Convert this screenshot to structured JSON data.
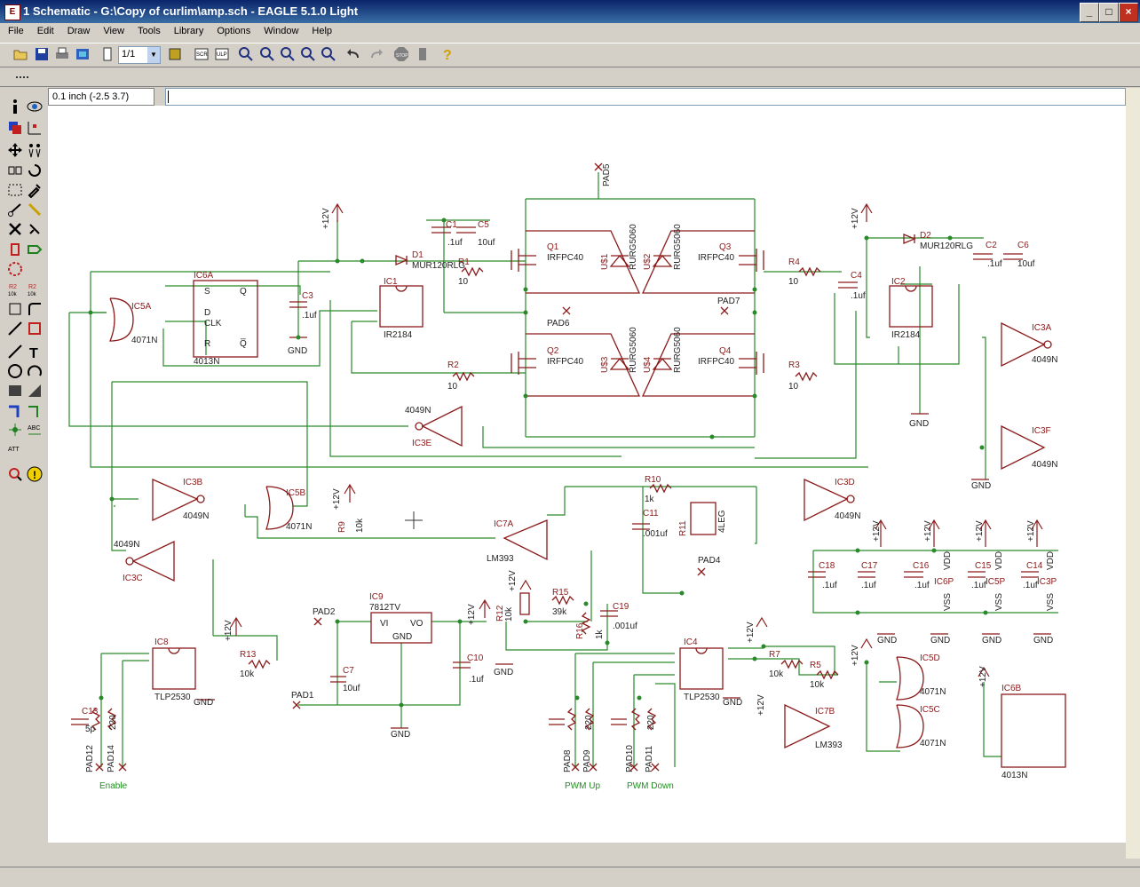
{
  "window": {
    "title": "1 Schematic - G:\\Copy of curlim\\amp.sch - EAGLE 5.1.0 Light"
  },
  "menu": [
    "File",
    "Edit",
    "Draw",
    "View",
    "Tools",
    "Library",
    "Options",
    "Window",
    "Help"
  ],
  "toolbar": {
    "sheet_select": "1/1"
  },
  "status": {
    "coordinates": "0.1 inch (-2.5 3.7)",
    "command": ""
  },
  "colors": {
    "wire": "#2a8a2a",
    "component": "#8b1a1a",
    "label": "#209020",
    "background": "#ffffff"
  },
  "schematic": {
    "ic6a": {
      "name": "IC6A",
      "type": "4013N",
      "pins": [
        "S",
        "D",
        "CLK",
        "R",
        "Q",
        "Q̅"
      ]
    },
    "ic5a": {
      "name": "IC5A",
      "type": "4071N"
    },
    "ic1": {
      "name": "IC1",
      "type": "IR2184"
    },
    "ic2": {
      "name": "IC2",
      "type": "IR2184"
    },
    "d1": {
      "name": "D1",
      "type": "MUR120RLG"
    },
    "d2": {
      "name": "D2",
      "type": "MUR120RLG"
    },
    "c1": "C1",
    "c2": "C2",
    "c3": "C3",
    "c4": "C4",
    "c5": "C5",
    "c6": "C6",
    "val_1uf": ".1uf",
    "val_10uf": "10uf",
    "q1": {
      "name": "Q1",
      "type": "IRFPC40"
    },
    "q2": {
      "name": "Q2",
      "type": "IRFPC40"
    },
    "q3": {
      "name": "Q3",
      "type": "IRFPC40"
    },
    "q4": {
      "name": "Q4",
      "type": "IRFPC40"
    },
    "u1": {
      "name": "U$1",
      "type": "RURG5060"
    },
    "u2": {
      "name": "U$2",
      "type": "RURG5060"
    },
    "u3": {
      "name": "U$3",
      "type": "RURG5060"
    },
    "u4": {
      "name": "U$4",
      "type": "RURG5060"
    },
    "r1": "R1",
    "r2": "R2",
    "r3": "R3",
    "r4": "R4",
    "r_val": "10",
    "pad5": "PAD5",
    "pad6": "PAD6",
    "pad7": "PAD7",
    "ic3a": {
      "name": "IC3A",
      "type": "4049N"
    },
    "ic3e": {
      "name": "IC3E",
      "type": "4049N"
    },
    "ic3f": {
      "name": "IC3F",
      "type": "4049N"
    },
    "ic3b": {
      "name": "IC3B",
      "type": "4049N"
    },
    "ic3c": {
      "name": "IC3C",
      "type": "4049N"
    },
    "ic3d": {
      "name": "IC3D",
      "type": "4049N"
    },
    "ic5b": {
      "name": "IC5B",
      "type": "4071N"
    },
    "ic7a": {
      "name": "IC7A",
      "type": "LM393"
    },
    "r9": "R9",
    "r9v": "10k",
    "r10": "R10",
    "r10v": "1k",
    "c11": "C11",
    "c11v": ".001uf",
    "r11": "R11",
    "leg4": "4LEG",
    "pad4": "PAD4",
    "ic9": {
      "name": "IC9",
      "type": "7812TV",
      "vi": "VI",
      "vo": "VO",
      "gnd": "GND"
    },
    "pad1": "PAD1",
    "pad2": "PAD2",
    "c7": "C7",
    "c10": "C10",
    "r12": "R12",
    "r12v": "10k",
    "r15": "R15",
    "r15v": "39k",
    "r16": "R16",
    "r16v": "1k",
    "c19": "C19",
    "c19v": ".001uf",
    "ic8": {
      "name": "IC8",
      "type": "TLP2530"
    },
    "ic4": {
      "name": "IC4",
      "type": "TLP2530"
    },
    "r13": "R13",
    "r13v": "10k",
    "r7": "R7",
    "r7v": "10k",
    "r5": "R5",
    "r5v": "10k",
    "pad12": "PAD12",
    "pad14": "PAD14",
    "pad8": "PAD8",
    "pad9": "PAD9",
    "pad10": "PAD10",
    "pad11": "PAD11",
    "v220": "220",
    "c13": "C13",
    "c13v": "5p",
    "enable": "Enable",
    "pwm_up": "PWM Up",
    "pwm_down": "PWM Down",
    "ic7b": {
      "name": "IC7B",
      "type": "LM393"
    },
    "ic5d": {
      "name": "IC5D",
      "type": "4071N"
    },
    "ic5c": {
      "name": "IC5C",
      "type": "4071N"
    },
    "ic6b": {
      "name": "IC6B",
      "type": "4013N"
    },
    "c18": "C18",
    "c17": "C17",
    "c16": "C16",
    "c15": "C15",
    "c14": "C14",
    "ic6p": "IC6P",
    "ic5p": "IC5P",
    "ic3p": "IC3P",
    "vdd": "VDD",
    "vss": "VSS",
    "plus12": "+12V",
    "gnd": "GND"
  }
}
